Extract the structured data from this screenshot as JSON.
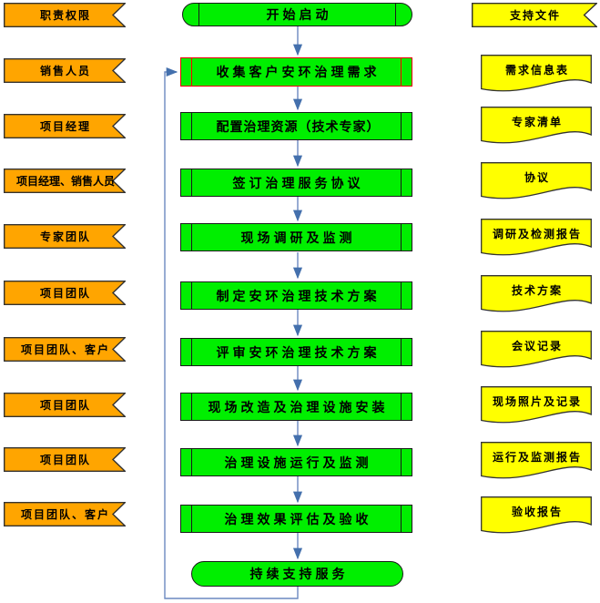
{
  "colors": {
    "role_fill": "#FFA500",
    "process_fill": "#00EF00",
    "doc_fill": "#FFFF00",
    "highlight_border": "#FF0000",
    "shape_border": "#1a1a1a",
    "connector_line": "#6B89C0",
    "connector_arrow": "#4470AD"
  },
  "left": {
    "header": "职责权限",
    "items": [
      "销售人员",
      "项目经理",
      "项目经理、销售人员",
      "专家团队",
      "项目团队",
      "项目团队、客户",
      "项目团队",
      "项目团队",
      "项目团队、客户"
    ]
  },
  "flow": {
    "start": "开始启动",
    "steps": [
      "收集客户安环治理需求",
      "配置治理资源（技术专家）",
      "签订治理服务协议",
      "现场调研及监测",
      "制定安环治理技术方案",
      "评审安环治理技术方案",
      "现场改造及治理设施安装",
      "治理设施运行及监测",
      "治理效果评估及验收"
    ],
    "end": "持续支持服务"
  },
  "docs": {
    "header": "支持文件",
    "items": [
      "需求信息表",
      "专家清单",
      "协议",
      "调研及检测报告",
      "技术方案",
      "会议记录",
      "现场照片及记录",
      "运行及监测报告",
      "验收报告"
    ]
  }
}
